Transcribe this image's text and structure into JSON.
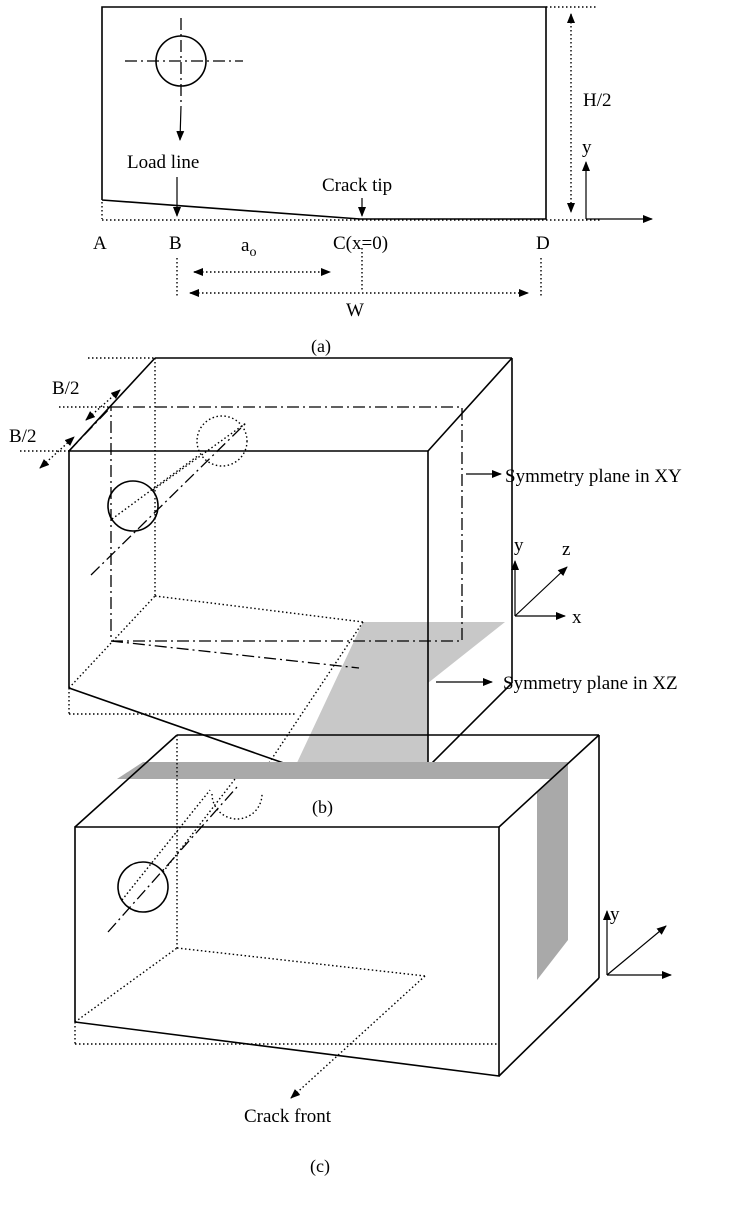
{
  "panel_a": {
    "labels": {
      "load_line": "Load line",
      "crack_tip": "Crack tip",
      "half_height": "H/2",
      "y_axis": "y",
      "point_a": "A",
      "point_b": "B",
      "point_c": "C(x=0)",
      "point_d": "D",
      "a0_main": "a",
      "a0_sub": "o",
      "width": "W"
    },
    "caption": "(a)"
  },
  "panel_b": {
    "labels": {
      "half_thickness_top": "B/2",
      "half_thickness_bottom": "B/2",
      "symmetry_xy": "Symmetry plane in XY",
      "symmetry_xz": "Symmetry plane in XZ",
      "y_axis": "y",
      "z_axis": "z",
      "x_axis": "x"
    },
    "caption": "(b)"
  },
  "panel_c": {
    "labels": {
      "y_axis": "y",
      "crack_front": "Crack front"
    },
    "caption": "(c)"
  },
  "colors": {
    "line": "#000000",
    "shade_light": "#c8c8c8",
    "shade_dark": "#a9a9a9",
    "background": "#ffffff"
  }
}
